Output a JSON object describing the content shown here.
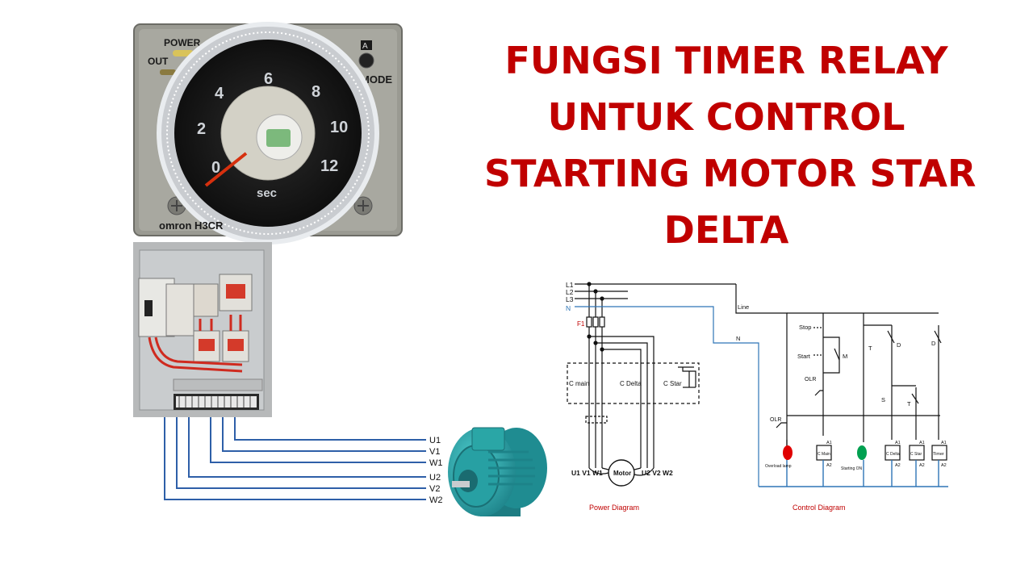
{
  "title": {
    "line1": "FUNGSI TIMER RELAY",
    "line2": "UNTUK CONTROL",
    "line3": "STARTING MOTOR STAR",
    "line4": "DELTA"
  },
  "timer": {
    "power_label": "POWER",
    "out_label": "OUT",
    "mode_label": "MODE",
    "mode_letter": "A",
    "dial_numbers": [
      "0",
      "2",
      "4",
      "6",
      "8",
      "10",
      "12"
    ],
    "unit": "sec",
    "brand": "omron H3CR"
  },
  "wiring": {
    "terminals": [
      "U1",
      "V1",
      "W1",
      "U2",
      "V2",
      "W2"
    ]
  },
  "power_diagram": {
    "lines": [
      "L1",
      "L2",
      "L3",
      "N"
    ],
    "fuse": "F1",
    "c_main": "C main",
    "c_delta": "C Delta",
    "c_star": "C Star",
    "terminals_left": "U1 V1 W1",
    "terminals_right": "U2 V2 W2",
    "motor": "Motor",
    "caption": "Power Diagram"
  },
  "control_diagram": {
    "line": "Line",
    "n": "N",
    "stop": "Stop",
    "start": "Start",
    "m": "M",
    "olr": "OLR",
    "olr2": "OLR",
    "t1": "T",
    "t2": "T",
    "d1": "D",
    "d2": "D",
    "s": "S",
    "overload_lamp": "Overload lamp",
    "starting_on": "Starting ON",
    "coils": [
      {
        "top": "A1",
        "name": "C Main",
        "bottom": "A2"
      },
      {
        "top": "A1",
        "name": "C Delta",
        "bottom": "A2"
      },
      {
        "top": "A1",
        "name": "C Star",
        "bottom": "A2"
      },
      {
        "top": "A1",
        "name": "Timer",
        "bottom": "A2"
      }
    ],
    "caption": "Control Diagram"
  },
  "colors": {
    "title": "#c00000",
    "neutral_line": "#2e75b6",
    "motor_body": "#2aa6a6",
    "lamp_red": "#e00000",
    "lamp_green": "#00a050"
  }
}
